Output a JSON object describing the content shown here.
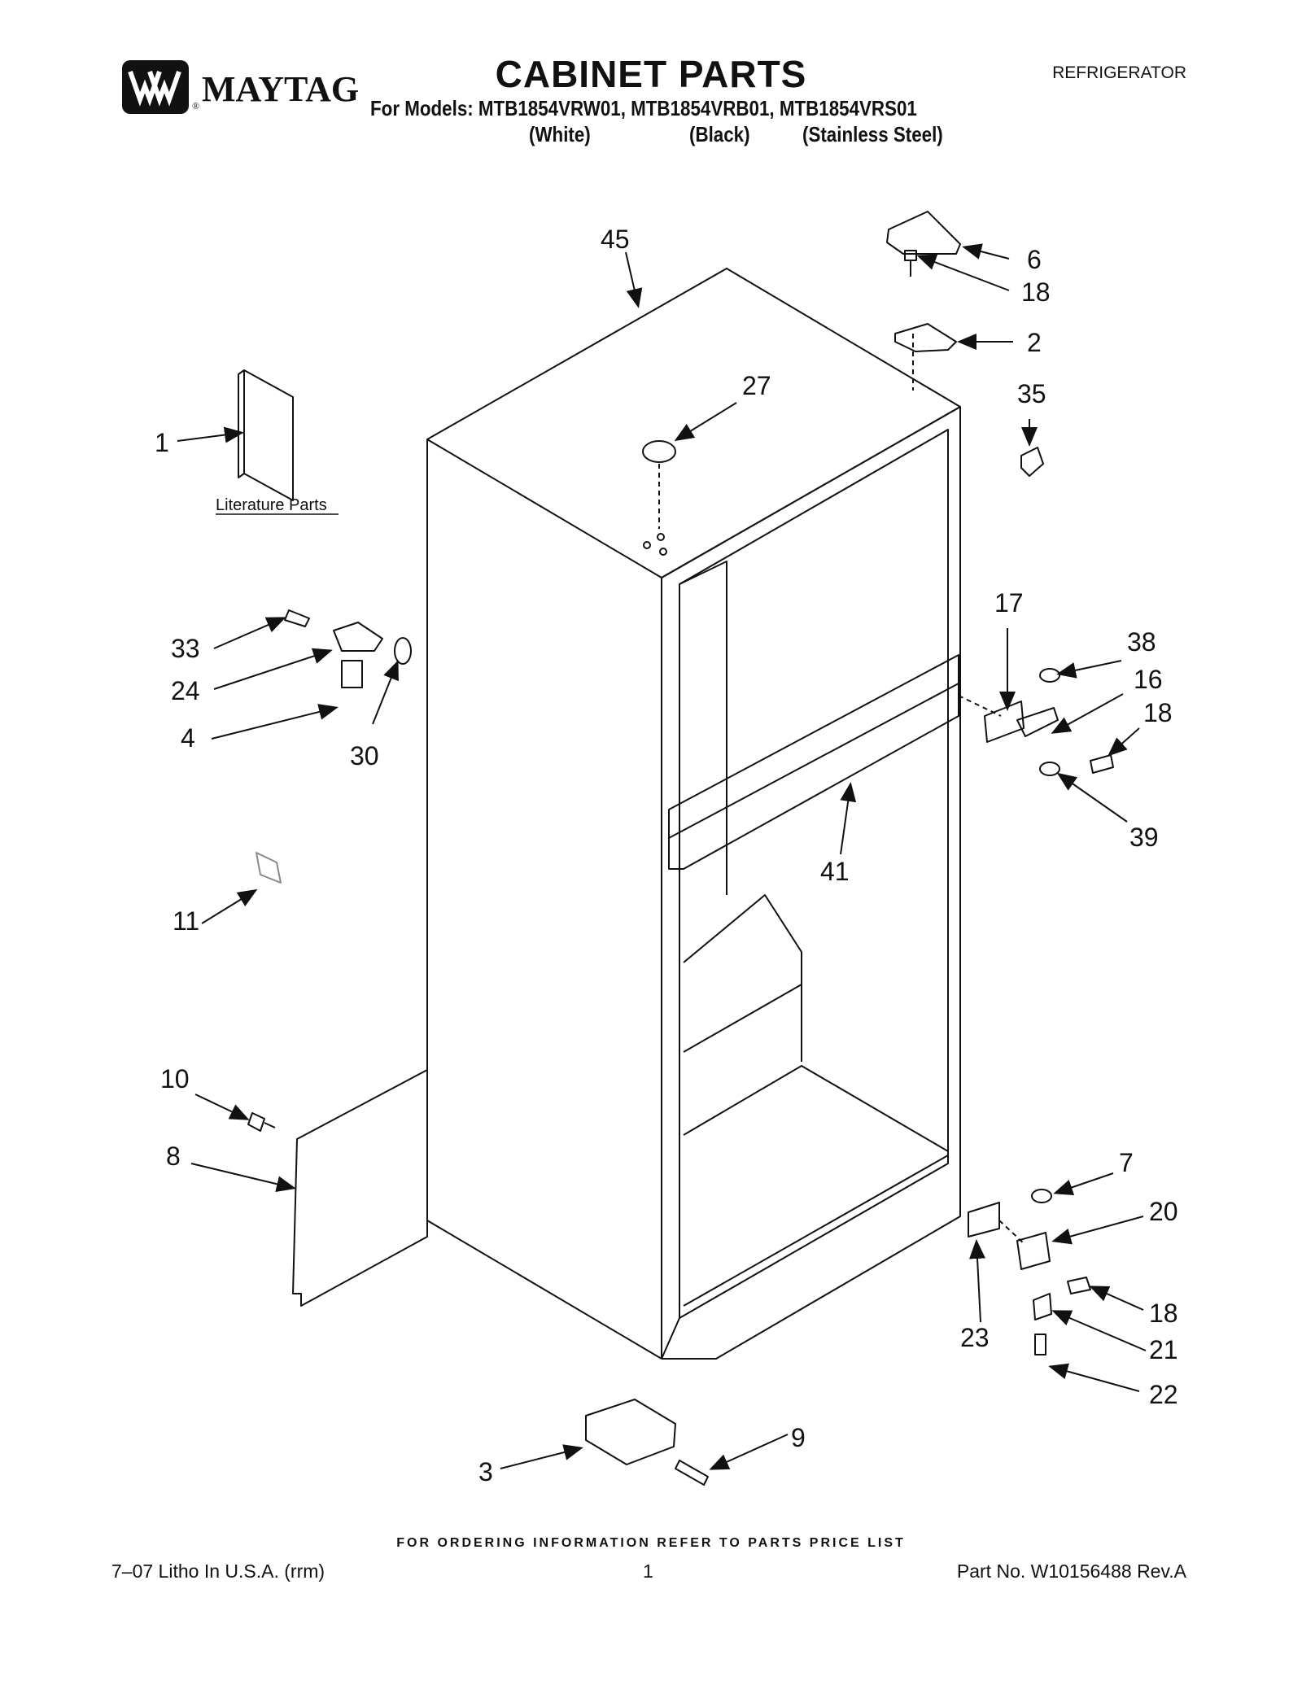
{
  "header": {
    "brand": "MAYTAG",
    "title": "CABINET PARTS",
    "category": "REFRIGERATOR",
    "models_line": "For Models: MTB1854VRW01, MTB1854VRB01, MTB1854VRS01",
    "variants": [
      "(White)",
      "(Black)",
      "(Stainless Steel)"
    ]
  },
  "diagram": {
    "literature_label": "Literature Parts",
    "callouts": {
      "c1": "1",
      "c2": "2",
      "c3": "3",
      "c4": "4",
      "c6": "6",
      "c7": "7",
      "c8": "8",
      "c9": "9",
      "c10": "10",
      "c11": "11",
      "c16": "16",
      "c17": "17",
      "c18a": "18",
      "c18b": "18",
      "c18c": "18",
      "c20": "20",
      "c21": "21",
      "c22": "22",
      "c23": "23",
      "c24": "24",
      "c27": "27",
      "c30": "30",
      "c33": "33",
      "c35": "35",
      "c38": "38",
      "c39": "39",
      "c41": "41",
      "c45": "45"
    }
  },
  "footer": {
    "ordering_note": "FOR ORDERING INFORMATION REFER TO PARTS PRICE LIST",
    "litho": "7–07 Litho In U.S.A. (rrm)",
    "page": "1",
    "part_number": "Part No. W10156488 Rev.A"
  }
}
